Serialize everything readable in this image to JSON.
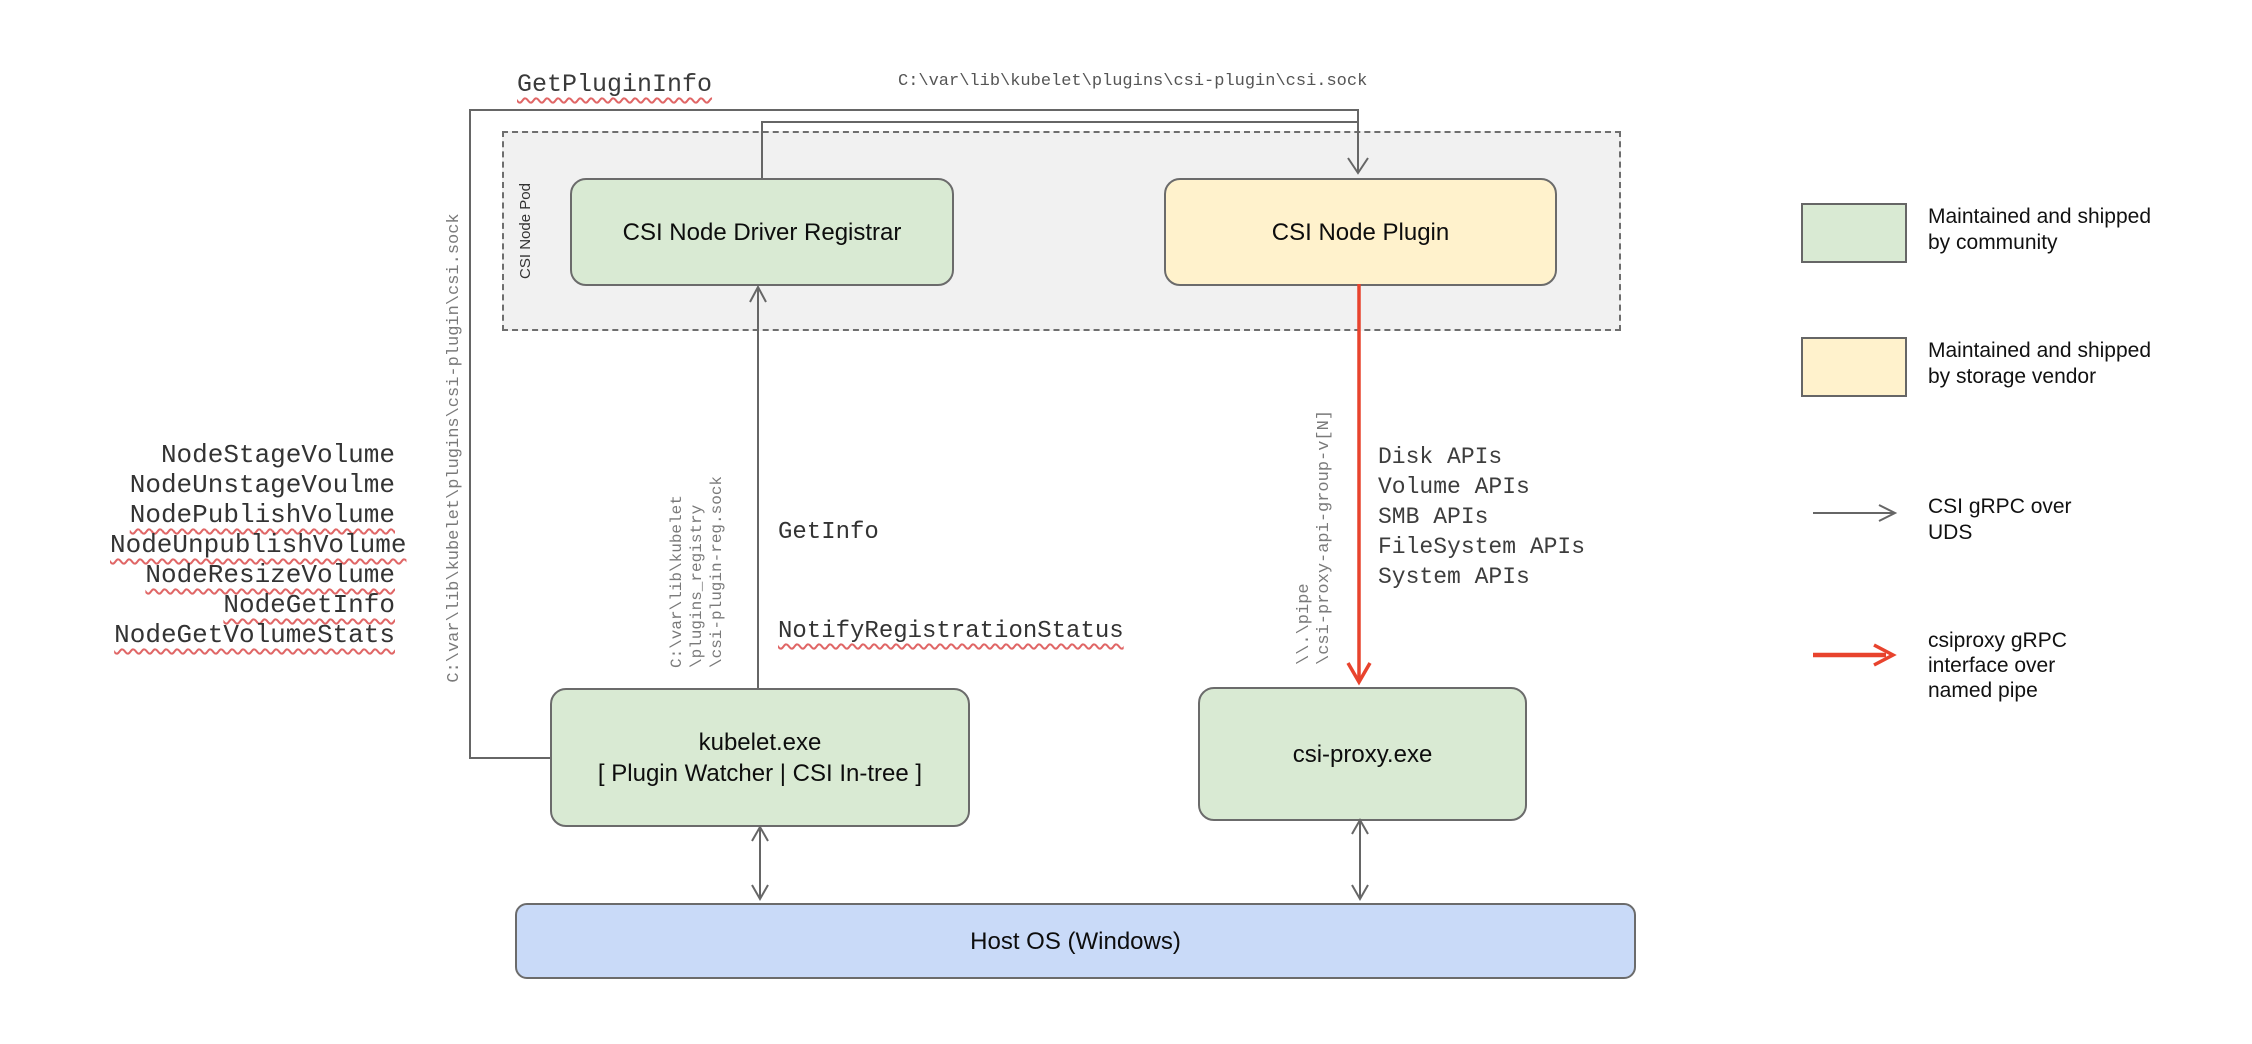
{
  "title_labels": {
    "get_plugin_info": "GetPluginInfo",
    "csi_sock_path": "C:\\var\\lib\\kubelet\\plugins\\csi-plugin\\csi.sock"
  },
  "pod": {
    "label": "CSI Node Pod"
  },
  "nodes": {
    "registrar": "CSI Node Driver Registrar",
    "plugin": "CSI Node Plugin",
    "kubelet_line1": "kubelet.exe",
    "kubelet_line2": "[ Plugin Watcher | CSI In-tree ]",
    "csi_proxy": "csi-proxy.exe",
    "host_os": "Host OS (Windows)"
  },
  "vertical_paths": {
    "csi_sock": "C:\\var\\lib\\kubelet\\plugins\\csi-plugin\\csi.sock",
    "registry_sock": "C:\\var\\lib\\kubelet\n\\plugins_registry\n\\csi-plugin-reg.sock",
    "named_pipe": "\\\\.\\pipe\n\\csi-proxy-api-group-v[N]"
  },
  "node_calls": [
    "NodeStageVolume",
    "NodeUnstageVoulme",
    "NodePublishVolume",
    "NodeUnpublishVolume",
    "NodeResizeVolume",
    "NodeGetInfo",
    "NodeGetVolumeStats"
  ],
  "registration_calls": {
    "get_info": "GetInfo",
    "notify": "NotifyRegistrationStatus"
  },
  "api_groups": [
    "Disk APIs",
    "Volume APIs",
    "SMB APIs",
    "FileSystem APIs",
    "System APIs"
  ],
  "legend": {
    "community": {
      "line1": "Maintained and shipped",
      "line2": "by community"
    },
    "vendor": {
      "line1": "Maintained and shipped",
      "line2": "by storage vendor"
    },
    "uds": {
      "line1": "CSI gRPC over",
      "line2": "UDS"
    },
    "pipe": {
      "line1": "csiproxy gRPC",
      "line2": "interface over",
      "line3": "named pipe"
    }
  },
  "colors": {
    "community_green": "#d9ead3",
    "vendor_yellow": "#fff2cc",
    "host_blue": "#c9daf8",
    "grpc_gray": "#666666",
    "pipe_red": "#e8432d"
  }
}
